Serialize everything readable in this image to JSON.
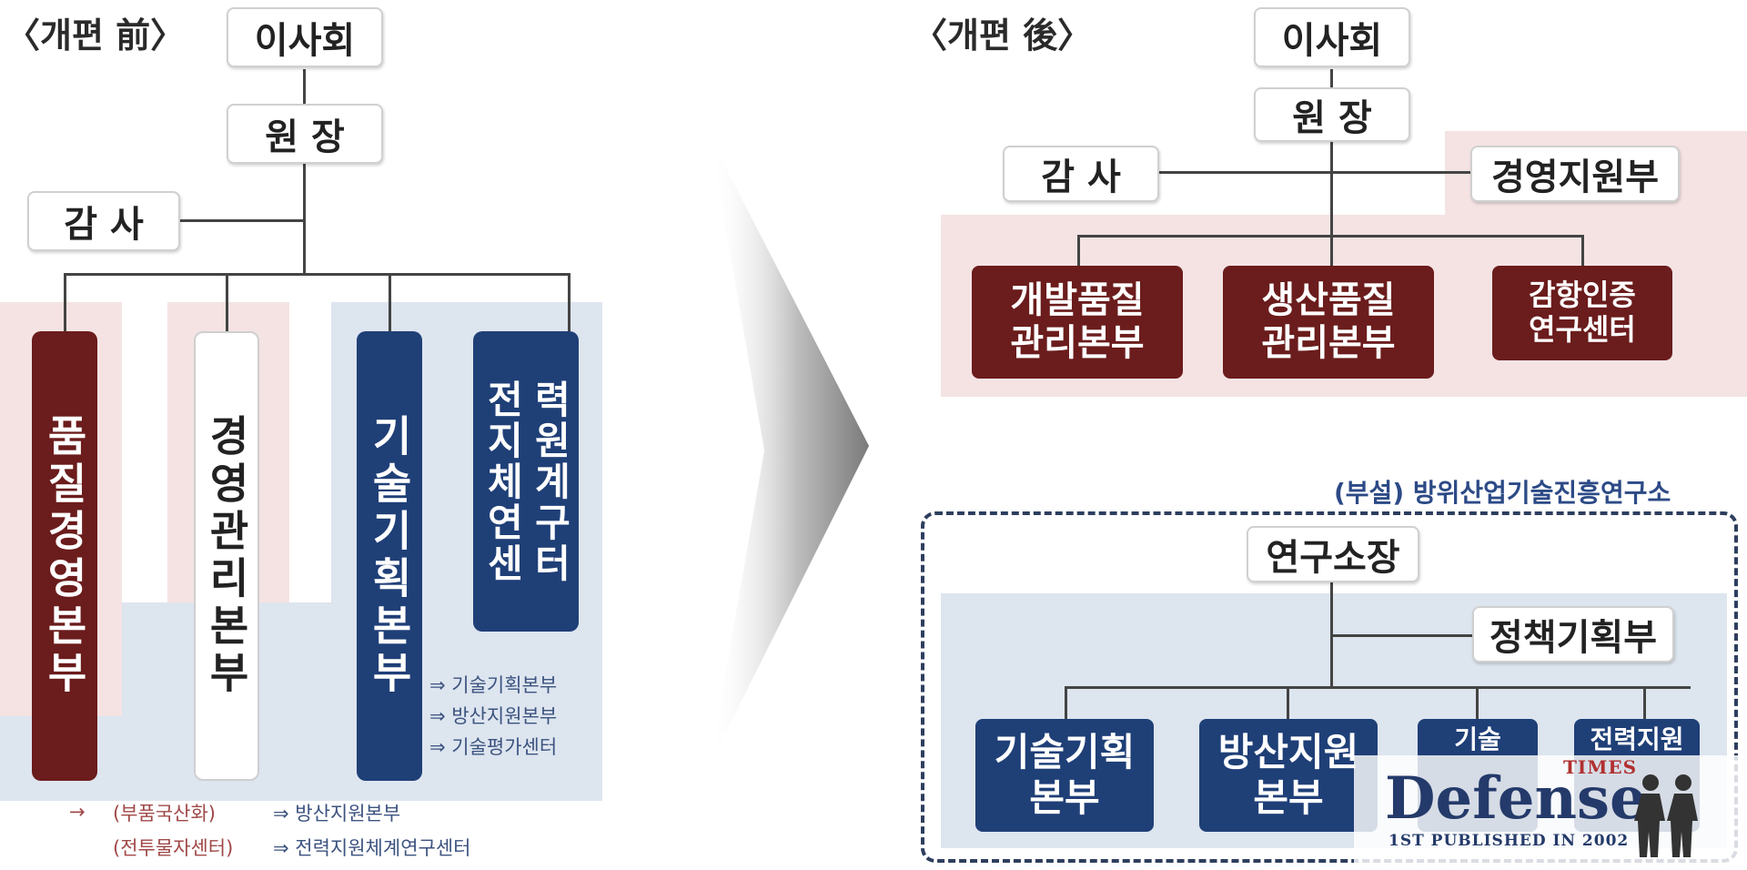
{
  "before": {
    "heading": "〈개편 前〉",
    "board": "이사회",
    "director": "원 장",
    "audit": "감 사",
    "divisions": [
      {
        "label": "품질경영본부"
      },
      {
        "label": "경영관리본부"
      },
      {
        "label": "기술기획본부"
      },
      {
        "col1": "전지체연센",
        "col2": "력원계구터"
      }
    ],
    "tech_notes": [
      "⇒ 기술기획본부",
      "⇒ 방산지원본부",
      "⇒ 기술평가센터"
    ],
    "bottom_notes": [
      {
        "arrow": "→",
        "from": "(부품국산화)",
        "to": "⇒ 방산지원본부"
      },
      {
        "from": "(전투물자센터)",
        "to": "⇒ 전력지원체계연구센터"
      }
    ]
  },
  "after": {
    "heading": "〈개편 後〉",
    "board": "이사회",
    "director": "원 장",
    "audit": "감 사",
    "mgmt_support": "경영지원부",
    "divisions": [
      {
        "line1": "개발품질",
        "line2": "관리본부"
      },
      {
        "line1": "생산품질",
        "line2": "관리본부"
      },
      {
        "line1": "감항인증",
        "line2": "연구센터"
      }
    ],
    "institute": {
      "title": "(부설) 방위산업기술진흥연구소",
      "head": "연구소장",
      "policy": "정책기획부",
      "depts": [
        {
          "line1": "기술기획",
          "line2": "본부"
        },
        {
          "line1": "방산지원",
          "line2": "본부"
        },
        {
          "line1": "기술"
        },
        {
          "line1": "전력지원"
        }
      ]
    }
  },
  "watermark": {
    "times": "TIMES",
    "brand": "Defense",
    "since": "1ST PUBLISHED IN 2002"
  },
  "colors": {
    "maroon": "#6b1c1c",
    "navy": "#1f3f77",
    "pink_bg": "#f5e3e3",
    "blue_bg": "#dde5ef"
  }
}
